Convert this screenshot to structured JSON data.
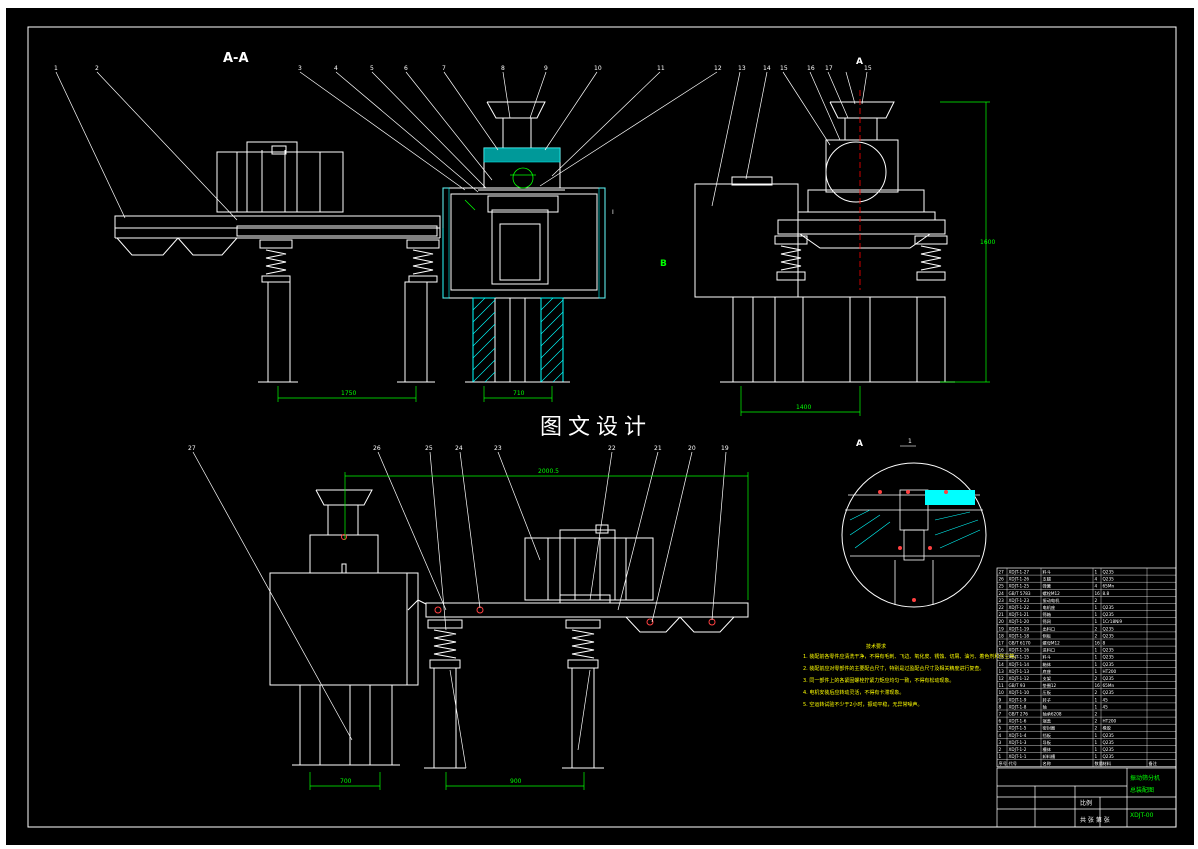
{
  "sheet": {
    "background": "#000000",
    "line_color": "#ffffff",
    "accent_cyan": "#00ffff",
    "dimension_color": "#00ff00",
    "centerline_color": "#ff0000",
    "note_color": "#ffff00"
  },
  "views": {
    "section_label": "A-A",
    "detail_label": "A",
    "view_arrow_label": "A",
    "view_b_label": "B",
    "detail_scale": "1",
    "detail_ref": "I",
    "watermark": "图文设计"
  },
  "callouts_top": [
    "1",
    "2",
    "3",
    "4",
    "5",
    "6",
    "7",
    "8",
    "9",
    "10",
    "11",
    "12",
    "13",
    "14",
    "15",
    "16",
    "17",
    "15"
  ],
  "callouts_bottom": [
    "27",
    "26",
    "25",
    "24",
    "23",
    "22",
    "21",
    "20",
    "19"
  ],
  "dimensions": {
    "top_left": "1750",
    "top_mid": "710",
    "top_right": "1400",
    "height_right": "1600",
    "bottom_span": "2000.5",
    "bottom_left": "700",
    "bottom_right": "900"
  },
  "notes": {
    "title": "技术要求",
    "lines": [
      "1. 装配前各零件应清洗干净，不得有毛刺、飞边、氧化皮、锈蚀、切屑、油污、着色剂和灰尘等。",
      "2. 装配前应对零部件的主要配合尺寸，特别是过盈配合尺寸及相关精度进行复查。",
      "3. 同一部件上的各紧固螺栓拧紧力矩应均匀一致，不得有松动现象。",
      "4. 电机安装后应转动灵活，不得有卡滞现象。",
      "5. 空运转试验不少于2小时，振动平稳，无异常噪声。"
    ]
  },
  "parts_table": {
    "rows": [
      [
        "27",
        "XDJT-1-27",
        "料斗",
        "1",
        "Q235",
        ""
      ],
      [
        "26",
        "XDJT-1-26",
        "支腿",
        "4",
        "Q235",
        ""
      ],
      [
        "25",
        "XDJT-1-25",
        "弹簧",
        "4",
        "65Mn",
        ""
      ],
      [
        "24",
        "GB/T 5783",
        "螺栓M12",
        "16",
        "8.8",
        ""
      ],
      [
        "23",
        "XDJT-1-23",
        "振动电机",
        "2",
        "",
        ""
      ],
      [
        "22",
        "XDJT-1-22",
        "电机座",
        "1",
        "Q235",
        ""
      ],
      [
        "21",
        "XDJT-1-21",
        "筛箱",
        "1",
        "Q235",
        ""
      ],
      [
        "20",
        "XDJT-1-20",
        "筛网",
        "1",
        "1Cr18Ni9",
        ""
      ],
      [
        "19",
        "XDJT-1-19",
        "出料口",
        "2",
        "Q235",
        ""
      ],
      [
        "18",
        "XDJT-1-18",
        "侧板",
        "2",
        "Q235",
        ""
      ],
      [
        "17",
        "GB/T 6170",
        "螺母M12",
        "16",
        "8",
        ""
      ],
      [
        "16",
        "XDJT-1-16",
        "进料口",
        "1",
        "Q235",
        ""
      ],
      [
        "15",
        "XDJT-1-15",
        "料斗",
        "1",
        "Q235",
        ""
      ],
      [
        "14",
        "XDJT-1-14",
        "箱体",
        "1",
        "Q235",
        ""
      ],
      [
        "13",
        "XDJT-1-13",
        "底座",
        "1",
        "HT200",
        ""
      ],
      [
        "12",
        "XDJT-1-12",
        "支架",
        "2",
        "Q235",
        ""
      ],
      [
        "11",
        "GB/T 93",
        "垫圈12",
        "16",
        "65Mn",
        ""
      ],
      [
        "10",
        "XDJT-1-10",
        "压板",
        "2",
        "Q235",
        ""
      ],
      [
        "9",
        "XDJT-1-9",
        "转子",
        "1",
        "45",
        ""
      ],
      [
        "8",
        "XDJT-1-8",
        "轴",
        "1",
        "45",
        ""
      ],
      [
        "7",
        "GB/T 276",
        "轴承6208",
        "2",
        "",
        ""
      ],
      [
        "6",
        "XDJT-1-6",
        "端盖",
        "2",
        "HT200",
        ""
      ],
      [
        "5",
        "XDJT-1-5",
        "密封圈",
        "2",
        "橡胶",
        ""
      ],
      [
        "4",
        "XDJT-1-4",
        "挡板",
        "1",
        "Q235",
        ""
      ],
      [
        "3",
        "XDJT-1-3",
        "导板",
        "1",
        "Q235",
        ""
      ],
      [
        "2",
        "XDJT-1-2",
        "槽体",
        "1",
        "Q235",
        ""
      ],
      [
        "1",
        "XDJT-1-1",
        "卸料槽",
        "1",
        "Q235",
        ""
      ]
    ],
    "header": [
      "序号",
      "代号",
      "名称",
      "数量",
      "材料",
      "备注"
    ]
  },
  "title_block": {
    "drawing_title": "振动筛分机",
    "subtitle": "总装配图",
    "drawing_no": "XDJT-00",
    "scale_label": "比例",
    "sheet_label": "共  张  第  张"
  }
}
